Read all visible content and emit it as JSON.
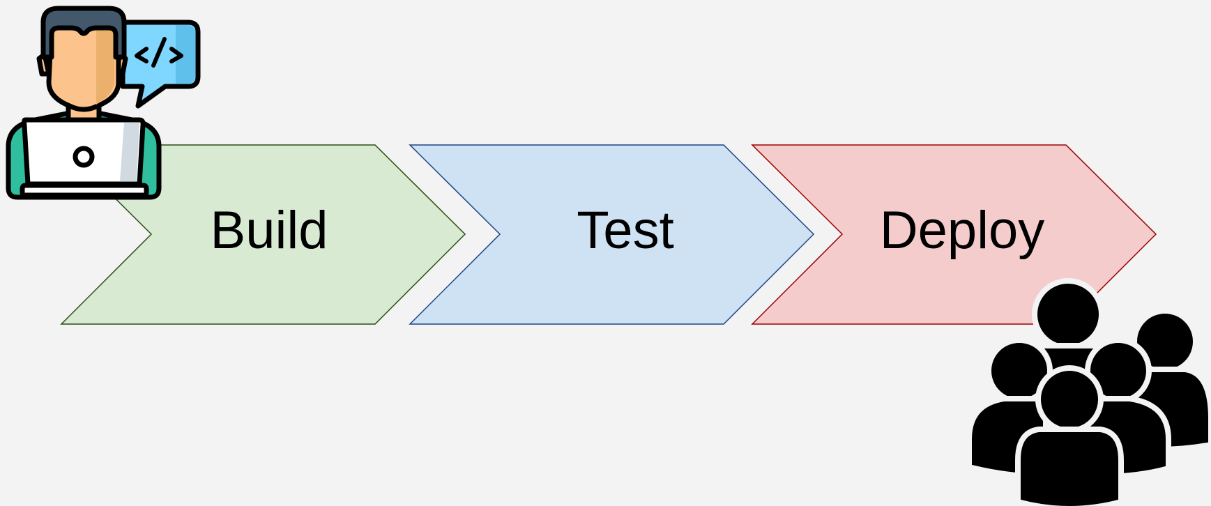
{
  "diagram": {
    "stages": [
      {
        "label": "Build",
        "fill": "#d9ead3",
        "stroke": "#274e13"
      },
      {
        "label": "Test",
        "fill": "#cfe2f3",
        "stroke": "#1c4587"
      },
      {
        "label": "Deploy",
        "fill": "#f4cccc",
        "stroke": "#990000"
      }
    ],
    "icons": {
      "developer": "developer-with-laptop-icon",
      "code_bubble": "code-speech-bubble-icon",
      "users": "user-group-icon"
    },
    "colors": {
      "background": "#f3f3f3",
      "skin": "#fcc48c",
      "skin_shade": "#eab06c",
      "hair": "#44586c",
      "bubble": "#7fd6ff",
      "bubble_shade": "#5fc0ec",
      "shirt": "#2fbf9f",
      "laptop": "#ffffff",
      "laptop_shade": "#d1d9e1",
      "users": "#000000"
    }
  }
}
